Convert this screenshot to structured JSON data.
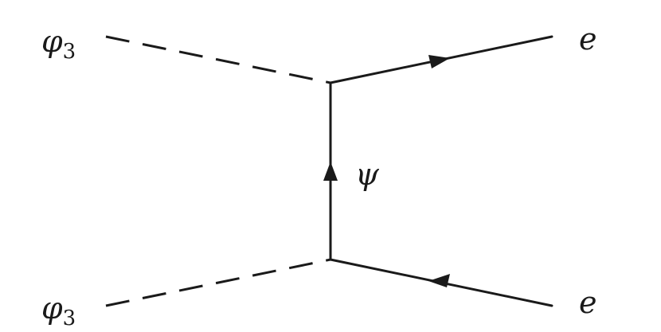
{
  "diagram": {
    "labels": {
      "phi_top": {
        "symbol": "φ",
        "subscript": "3"
      },
      "phi_bottom": {
        "symbol": "φ",
        "subscript": "3"
      },
      "electron_top": "e",
      "electron_bottom": "e",
      "propagator": "ψ"
    },
    "edges": {
      "scalar_top": {
        "style": "dashed"
      },
      "scalar_bottom": {
        "style": "dashed"
      },
      "fermion_top": {
        "style": "solid",
        "arrow": "outgoing"
      },
      "fermion_bottom": {
        "style": "solid",
        "arrow": "incoming"
      },
      "fermion_propagator": {
        "style": "solid",
        "arrow": "upward"
      }
    }
  }
}
